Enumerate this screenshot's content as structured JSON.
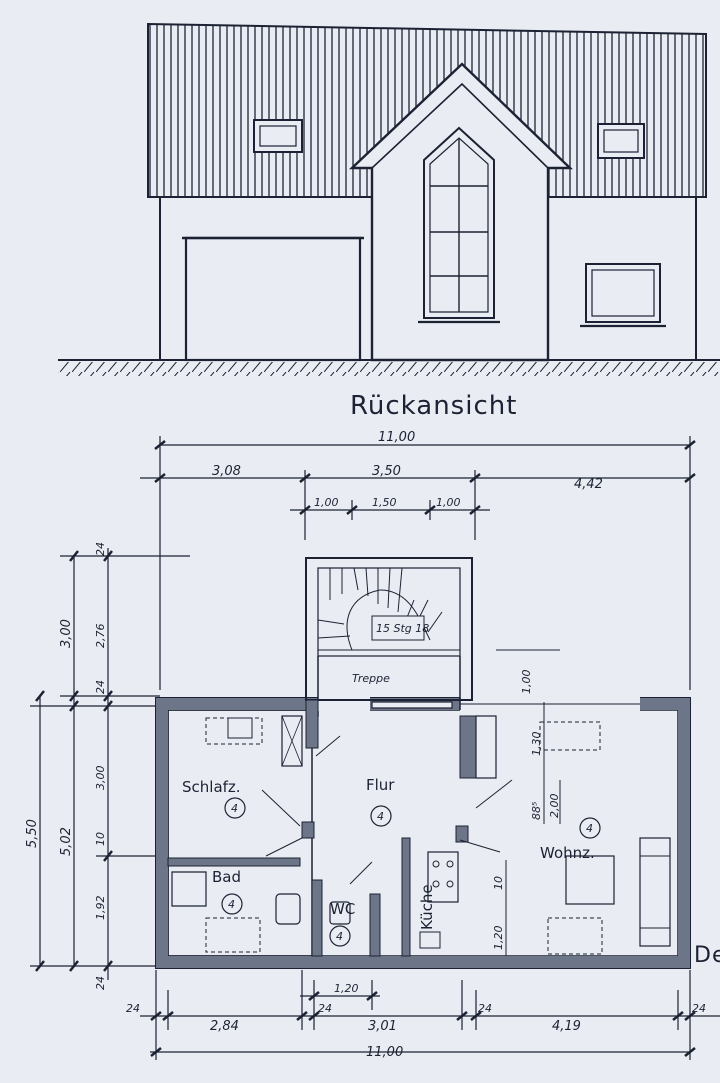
{
  "title": "Rückansicht",
  "rooms": {
    "schlafz": {
      "name": "Schlafz.",
      "num": "4"
    },
    "flur": {
      "name": "Flur",
      "num": "4"
    },
    "bad": {
      "name": "Bad",
      "num": "4"
    },
    "wc": {
      "name": "WC",
      "num": "4"
    },
    "kueche": {
      "name": "Küche"
    },
    "wohnz": {
      "name": "Wohnz.",
      "num": "4"
    },
    "treppe": {
      "name": "Treppe"
    }
  },
  "stair": {
    "label": "15 Stg 18",
    "fraction": "18"
  },
  "dims_top": {
    "overall": "11,00",
    "a": "3,08",
    "b": "3,50",
    "c": "4,42",
    "d": "1,00",
    "e": "1,50",
    "f": "1,00"
  },
  "dims_left": {
    "a": "24",
    "b": "3,00",
    "c": "2,76",
    "d": "24",
    "e": "5,50",
    "f": "5,02",
    "g": "3,00",
    "h": "10",
    "i": "1,92",
    "j": "24"
  },
  "dims_bottom": {
    "a": "24",
    "b": "2,84",
    "c": "24",
    "d": "1,20",
    "e": "3,01",
    "f": "24",
    "g": "4,19",
    "h": "24",
    "overall": "11,00"
  },
  "dims_inner": {
    "a": "1,00",
    "b": "1,30",
    "c": "2,00",
    "d": "88⁵",
    "e": "10",
    "f": "1,20"
  },
  "edge_text": "De"
}
